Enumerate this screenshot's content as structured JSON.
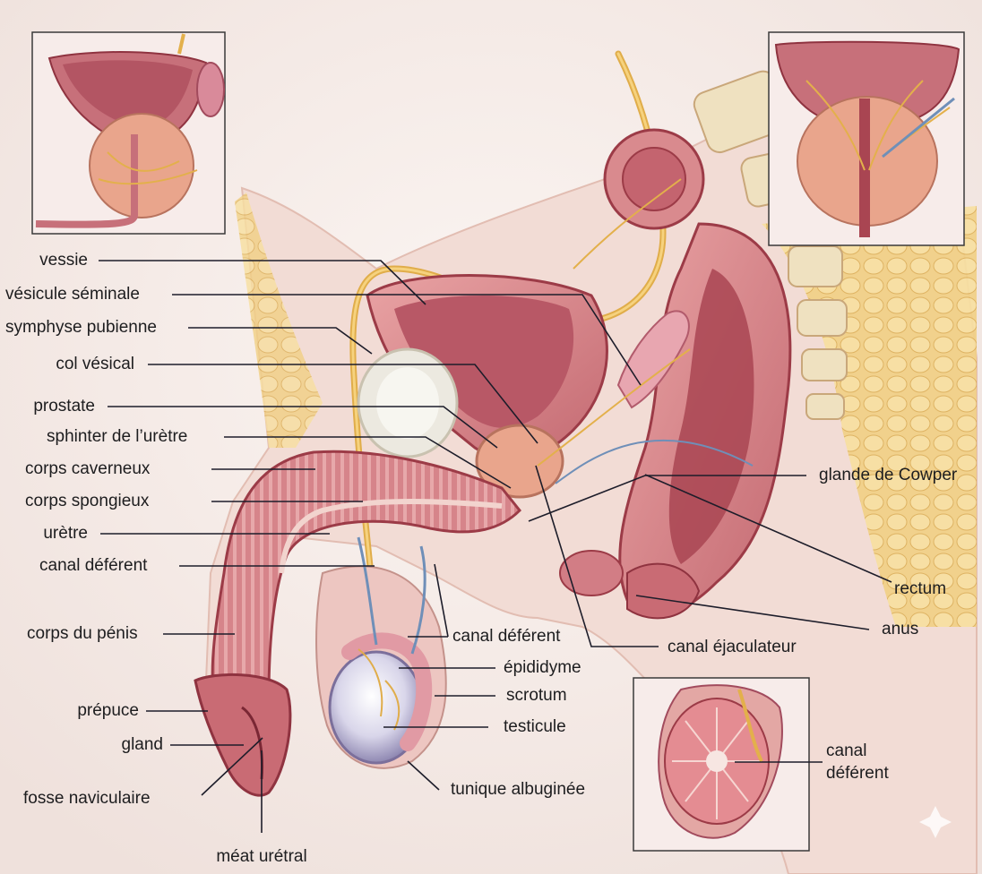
{
  "labels": {
    "vessie": "vessie",
    "vesicule_seminale": "vésicule séminale",
    "symphyse_pubienne": "symphyse pubienne",
    "col_vesical": "col vésical",
    "prostate": "prostate",
    "sphincter": "sphinter de l’urètre",
    "corps_caverneux": "corps caverneux",
    "corps_spongieux": "corps spongieux",
    "uretre": "urètre",
    "canal_deferent_left": "canal déférent",
    "corps_du_penis": "corps du pénis",
    "prepuce": "prépuce",
    "gland": "gland",
    "fosse_naviculaire": "fosse naviculaire",
    "meat_uretral": "méat urétral",
    "canal_deferent_mid": "canal déférent",
    "epididyme": "épididyme",
    "scrotum": "scrotum",
    "testicule": "testicule",
    "tunique_albuginee": "tunique albuginée",
    "canal_ejaculateur": "canal éjaculateur",
    "glande_de_cowper": "glande de Cowper",
    "rectum": "rectum",
    "anus": "anus",
    "canal_deferent_inset_1": "canal",
    "canal_deferent_inset_2": "déférent"
  },
  "colors": {
    "background": "#f7f1ee",
    "tissue": "#d98a8e",
    "tissue_dark": "#b24d58",
    "fat": "#f2d48b",
    "nerve": "#e3b04b",
    "vessel": "#6f8fb8",
    "bone": "#efe1c0",
    "leader": "#1d1d2a"
  }
}
